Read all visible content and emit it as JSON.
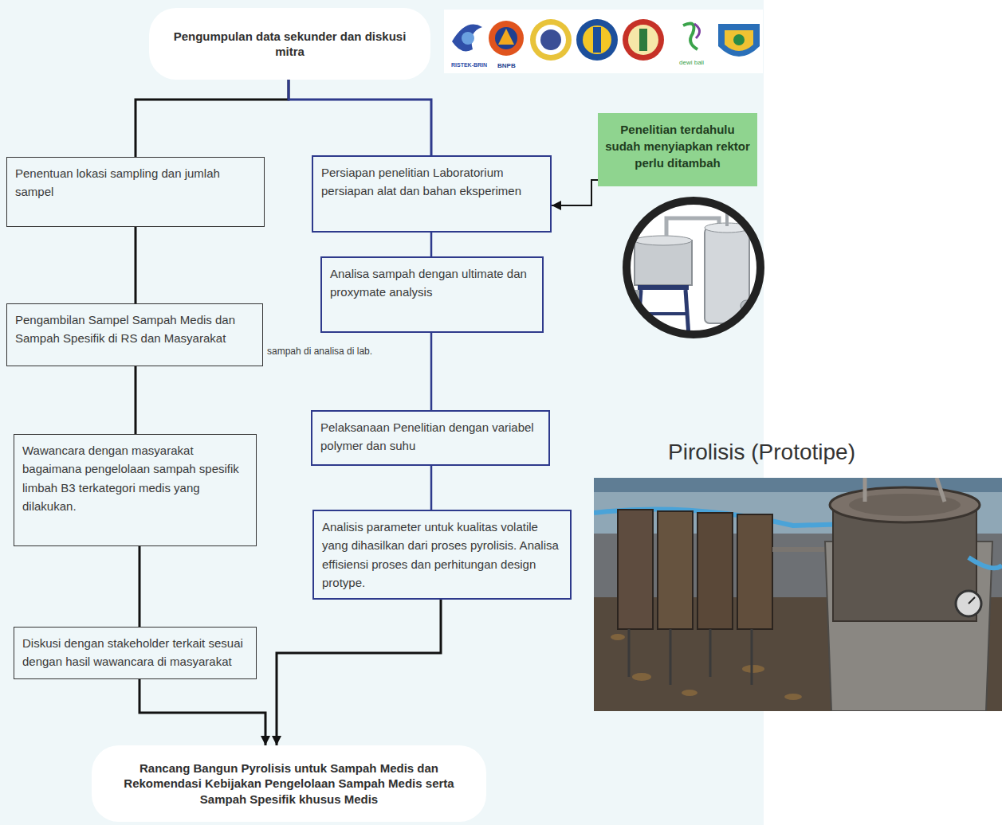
{
  "diagram": {
    "nodes": [
      {
        "text": [
          "Pengumpulan data sekunder dan diskusi mitra"
        ]
      },
      {
        "text": [
          "Penentuan lokasi sampling dan jumlah sampel"
        ]
      },
      {
        "text": [
          "Persiapan penelitian Laboratorium persiapan alat dan bahan eksperimen"
        ]
      },
      {
        "text": [
          "Penelitian terdahulu sudah menyiapkan rektor perlu ditambah"
        ]
      },
      {
        "text": [
          "Analisa sampah dengan ultimate dan proxymate analysis"
        ]
      },
      {
        "text": [
          "Pengambilan Sampel Sampah Medis dan Sampah Spesifik di RS dan Masyarakat"
        ]
      },
      {
        "text": [
          "Pelaksanaan Penelitian dengan variabel polymer dan suhu"
        ]
      },
      {
        "text": [
          "Wawancara dengan masyarakat bagaimana pengelolaan sampah spesifik limbah B3 terkategori medis yang dilakukan."
        ]
      },
      {
        "text": [
          "Analisis parameter untuk kualitas volatile yang dihasilkan dari proses pyrolisis. Analisa effisiensi proses dan perhitungan design protype."
        ]
      },
      {
        "text": [
          "Diskusi dengan stakeholder terkait sesuai dengan hasil wawancara di masyarakat"
        ]
      },
      {
        "text": [
          "Rancang Bangun Pyrolisis untuk Sampah Medis dan Rekomendasi Kebijakan Pengelolaan Sampah Medis serta Sampah Spesifik khusus Medis"
        ]
      }
    ],
    "edges": [
      {
        "from": 0,
        "to": 1,
        "arrow": "none"
      },
      {
        "from": 0,
        "to": 2,
        "arrow": "none"
      },
      {
        "from": 3,
        "to": 2,
        "arrow": "to"
      },
      {
        "from": 1,
        "to": 5,
        "arrow": "none"
      },
      {
        "from": 5,
        "to": 7,
        "arrow": "none"
      },
      {
        "from": 7,
        "to": 9,
        "arrow": "none"
      },
      {
        "from": 2,
        "to": 4,
        "arrow": "none"
      },
      {
        "from": 4,
        "to": 6,
        "arrow": "none"
      },
      {
        "from": 6,
        "to": 8,
        "arrow": "none"
      },
      {
        "from": 9,
        "to": 10,
        "arrow": "to"
      },
      {
        "from": 8,
        "to": 10,
        "arrow": "to"
      }
    ],
    "labels": [
      "sampah di analisa di lab.",
      "Pirolisis (Prototipe)",
      "RISTEK-BRIN",
      "BNPB",
      "dewi bali"
    ]
  }
}
